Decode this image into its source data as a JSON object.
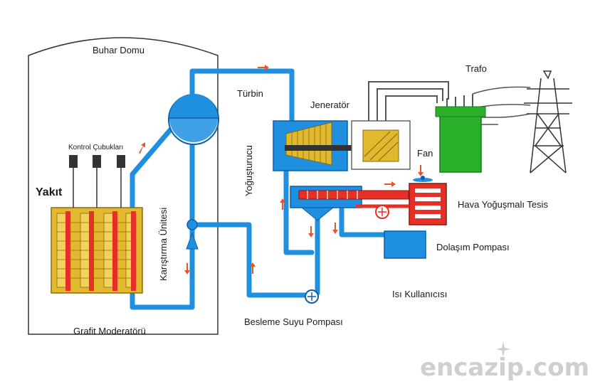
{
  "labels": {
    "steam_dome": "Buhar Domu",
    "turbine": "Türbin",
    "generator": "Jeneratör",
    "transformer": "Trafo",
    "control_rods": "Kontrol Çubukları",
    "fuel": "Yakıt",
    "mixing_unit": "Karıştırma Ünitesi",
    "condenser": "Yoğuşturucu",
    "fan": "Fan",
    "air_condenser_plant": "Hava Yoğuşmalı Tesis",
    "circulation_pump": "Dolaşım Pompası",
    "heat_user": "Isı Kullanıcısı",
    "feedwater_pump": "Besleme Suyu Pompası",
    "graphite_moderator": "Grafit Moderatörü"
  },
  "watermark": "encazip.com",
  "colors": {
    "pipe": "#1f8fe0",
    "pipe_dark": "#0d5fa8",
    "fuel": "#e2b92e",
    "rod": "#e53027",
    "transformer": "#2bb02b",
    "arrow": "#e8552a",
    "outline": "#333333"
  }
}
